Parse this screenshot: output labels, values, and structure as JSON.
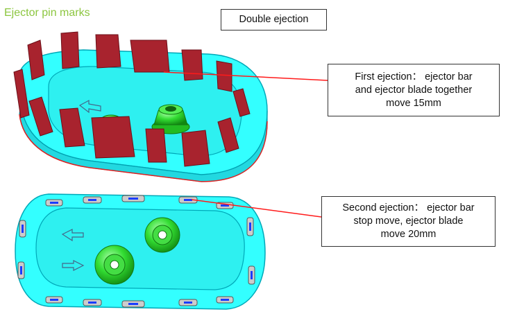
{
  "header": {
    "title": "Ejector pin marks"
  },
  "labels": {
    "double_ejection": "Double ejection",
    "first_ejection": [
      "First ejection： ejector bar",
      "and ejector blade together",
      "move 15mm"
    ],
    "second_ejection": [
      "Second ejection： ejector bar",
      "stop move, ejector blade",
      "move 20mm"
    ]
  },
  "colors": {
    "part_surface": "#33ffff",
    "part_edge": "#00a8b8",
    "ejector_blade": "#a8232e",
    "boss": "#33dd33",
    "leader_line": "#ff1a1a",
    "blade_slot": "#1a3cff",
    "title_text": "#8cc63f"
  }
}
